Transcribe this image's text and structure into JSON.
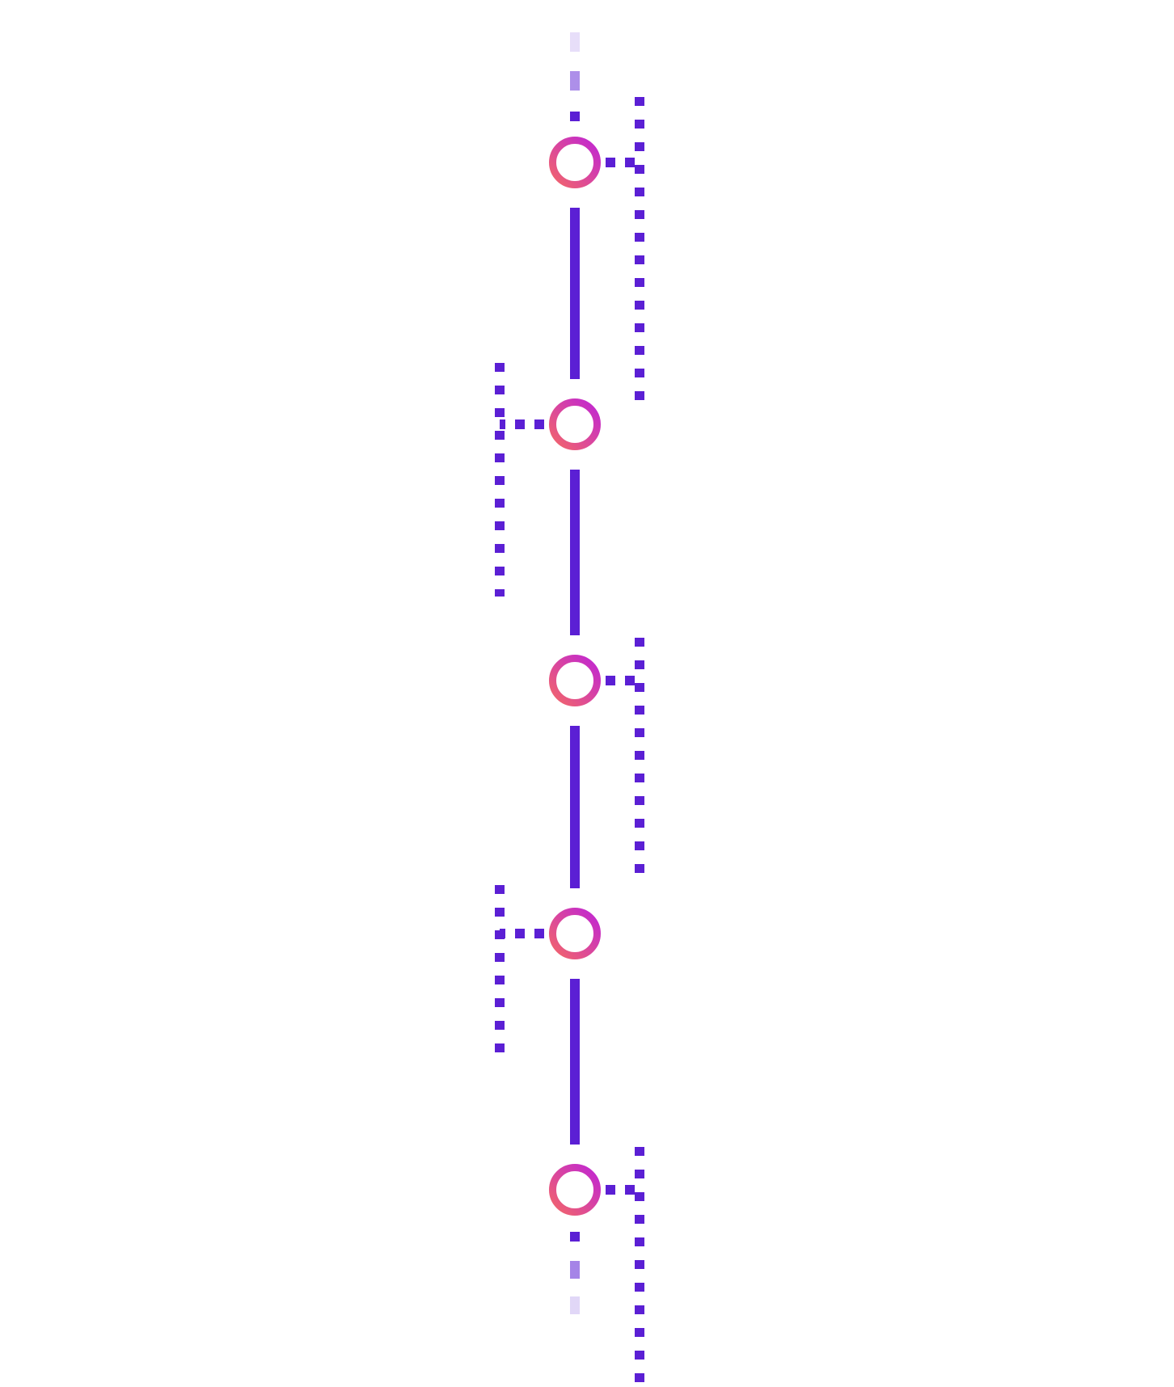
{
  "diagram": {
    "kind": "vertical-timeline",
    "node_count": 5,
    "bracket_sides": [
      "right",
      "left",
      "right",
      "left",
      "right"
    ],
    "colors": {
      "line": "#5B1FD4",
      "node_gradient_start": "#F2656B",
      "node_gradient_end": "#C026D3",
      "node_fill": "#FFFFFF",
      "background": "#FFFFFF"
    },
    "line_ends": "faded-dashed"
  }
}
